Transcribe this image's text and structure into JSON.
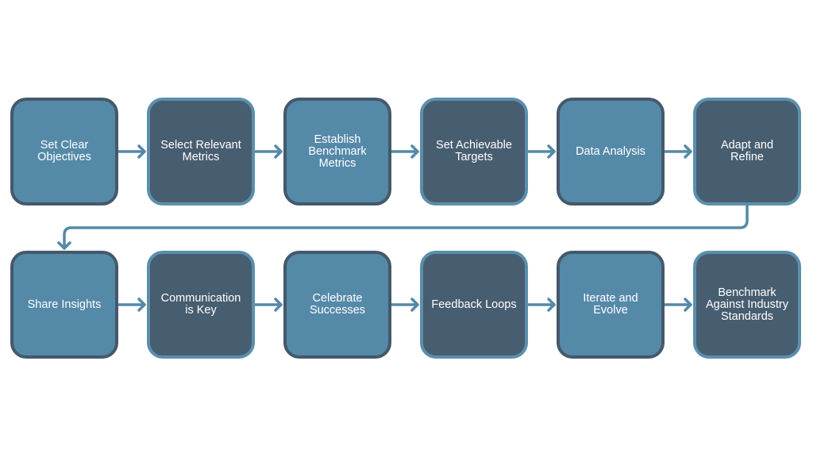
{
  "colors": {
    "light_fill": "#5589a8",
    "light_border": "#44596b",
    "dark_fill": "#475d70",
    "dark_border": "#5b8fac",
    "arrow": "#5589a8",
    "text": "#ffffff",
    "background": "#ffffff"
  },
  "rows": [
    {
      "steps": [
        {
          "label": "Set Clear Objectives",
          "tone": "light"
        },
        {
          "label": "Select Relevant Metrics",
          "tone": "dark"
        },
        {
          "label": "Establish Benchmark Metrics",
          "tone": "light"
        },
        {
          "label": "Set Achievable Targets",
          "tone": "dark"
        },
        {
          "label": "Data Analysis",
          "tone": "light"
        },
        {
          "label": "Adapt and Refine",
          "tone": "dark"
        }
      ]
    },
    {
      "steps": [
        {
          "label": "Share Insights",
          "tone": "light"
        },
        {
          "label": "Communication is Key",
          "tone": "dark"
        },
        {
          "label": "Celebrate Successes",
          "tone": "light"
        },
        {
          "label": "Feedback Loops",
          "tone": "dark"
        },
        {
          "label": "Iterate and Evolve",
          "tone": "light"
        },
        {
          "label": "Benchmark Against Industry Standards",
          "tone": "dark"
        }
      ]
    }
  ],
  "connector": "row-end-to-next-row-start"
}
